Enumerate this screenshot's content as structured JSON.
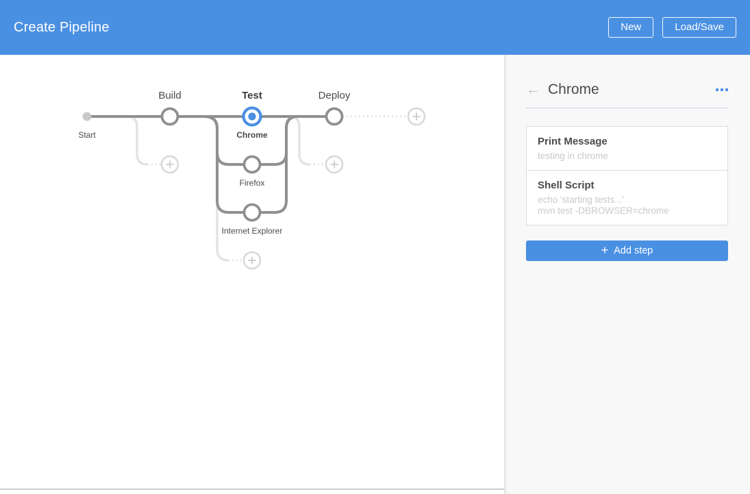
{
  "header": {
    "title": "Create Pipeline",
    "new_button": "New",
    "load_save_button": "Load/Save"
  },
  "graph": {
    "start_label": "Start",
    "stages": [
      {
        "name": "Build",
        "selected": false
      },
      {
        "name": "Test",
        "selected": true
      },
      {
        "name": "Deploy",
        "selected": false
      }
    ],
    "parallel_branches": [
      {
        "name": "Chrome",
        "selected": true
      },
      {
        "name": "Firefox",
        "selected": false
      },
      {
        "name": "Internet Explorer",
        "selected": false
      }
    ]
  },
  "panel": {
    "back_icon": "←",
    "title": "Chrome",
    "menu_icon": "ellipsis-menu",
    "steps": [
      {
        "title": "Print Message",
        "details": [
          "testing in chrome"
        ]
      },
      {
        "title": "Shell Script",
        "details": [
          "echo 'starting tests...'",
          "mvn test -DBROWSER=chrome"
        ]
      }
    ],
    "add_step": {
      "icon": "+",
      "label": "Add step"
    }
  },
  "colors": {
    "header_blue": "#4a90e2",
    "accent_blue": "#4a90e2",
    "selected_node_blue": "#4a90e2",
    "graph_line_dark": "#909090",
    "graph_line_light": "#e3e3e3",
    "panel_background": "#f8f8f8",
    "panel_divider_blue": "#c5d3e2",
    "muted_text": "#c9c9c9",
    "dark_text": "#4a4a4a"
  }
}
